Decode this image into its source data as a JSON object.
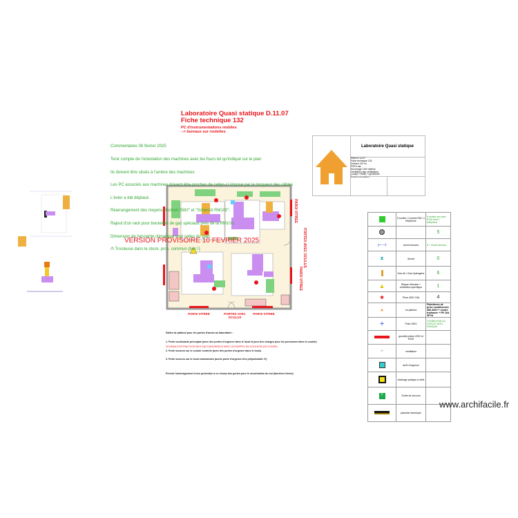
{
  "header": {
    "title_line1": "Laboratoire Quasi statique D.11.07",
    "title_line2": "Fiche technique 132",
    "subtitle_line1": "PC d'instrumentations mobiles",
    "subtitle_line2": "--> bureaux sur roulettes"
  },
  "comments": [
    "Commentaires 06 février 2025",
    "Tenir compte de l'orientation des machines avec les fours tel qu'indiqué sur le plan",
    "Ils doivent être situés à l'arrière des machines",
    "Les PC associés aux machines doivent être proches de celles-ci imposé par la longueur des câbles",
    "L'évier a été déplacé.",
    "Réarrangement des moyens \"Instron 5582\" et \"Schenck RM100\".",
    "Rajout d'un rack pour bouteilles de gaz spéciaux près de la RM100.",
    "Dimension de l'enceinte climatique sont celles du plan.",
    "/!\\ Trocleuse dans le stock. pros. commun (bon !)"
  ],
  "title_block": {
    "name": "Laboratoire Quasi statique",
    "details": [
      "Pièce D.11.07",
      "Fiche technique 132",
      "Surface 122 m²",
      "PSPX ale",
      "Surcharge 1100 daN/m²",
      "Ventilation des ventilations",
      "Locaux +60dB + pys/chimie",
      "Double circulation"
    ],
    "colors": {
      "house": "#f0a030"
    }
  },
  "plan": {
    "version_stamp": "VERSION PROVISOIRE  10 FEVRIER 2025",
    "labels": {
      "right_top": "PAROI VITREE",
      "right_doors": "PORTES AVEC OCULUS",
      "right_bottom": "PAROI VITREE",
      "bottom_left": "PAROI VITREE",
      "bottom_doors": "PORTES AVEC OCULUS",
      "bottom_right": "PAROI VITREE"
    },
    "colors": {
      "machine": "#c98ef0",
      "oven": "#f0b040",
      "desk": "#7fd27f",
      "cabinet": "#f5c6c6",
      "floor": "#fbf3dc",
      "wall": "#999999",
      "accent": "#e8141b"
    }
  },
  "notes": {
    "lines": [
      "Dalles de plafond pour les portes d'accès au laboratoire :",
      "1. Porte coulissante principale (avec des portes d'urgence dans le local et pour des charges pour les personnes dans le couloir)",
      "2. Porte secours sur le couloir contrôle (avec des portes d'urgence dans le local)",
      "3. Porte secours sur le local commandes (accès porte d'urgence très préjudiciable !!!)",
      "",
      "Prévoir l'aménagement d'une protection à ce niveau des portes pour le sécurisation du sol (barrières fixées)"
    ],
    "red_note": "SCHEMA D'EXTRACTION DES GAZ DANGEREUX AVEC UN RAPPEL EN COULEUR (EN COURS)"
  },
  "legend": {
    "rows": [
      {
        "icon": "green-square",
        "desc": "5 sorties / 4 prises RW / 1 téléphone",
        "value": "5 sorties sur prise RJ45 dont 1 téléphone"
      },
      {
        "icon": "grey-circle",
        "desc": "",
        "value": "5"
      },
      {
        "icon": "blue-pipe",
        "desc": "circuit secours",
        "value": "6 + circuit secours"
      },
      {
        "icon": "teal-valve",
        "desc": "Secrét",
        "value": "0"
      },
      {
        "icon": "gas-bottle",
        "desc": "Gaz Air / Gaz Hydrogène",
        "value": "6"
      },
      {
        "icon": "warning-triangle",
        "desc": "Risque d'écrasé + ventilation spécifique",
        "value": "1"
      },
      {
        "icon": "red-outlet",
        "desc": "Prise 400V 16A",
        "value": "4"
      },
      {
        "icon": "yellow-outlet",
        "desc": "en plafond",
        "value": "Plateforme de prise conditionnée 380-400V + neutre triphasée + PE 16A 3P+N"
      },
      {
        "icon": "blue-water",
        "desc": "Prise 230V",
        "value": "CONNEXION sur CIRCUIT ANTI-PANIQUE"
      },
      {
        "icon": "power-strip",
        "desc": "goulotte prises 230V et RJ45",
        "value": ""
      },
      {
        "icon": "ventilation",
        "desc": "ventilation",
        "value": ""
      },
      {
        "icon": "emergency-stop",
        "desc": "arrêt d'urgence",
        "value": ""
      },
      {
        "icon": "light-sensor",
        "desc": "éclairage panique à clefs",
        "value": ""
      },
      {
        "icon": "emergency-exit",
        "desc": "Sortie de secours",
        "value": ""
      },
      {
        "icon": "cable-tray",
        "desc": "plancher technique",
        "value": ""
      }
    ]
  },
  "watermark": "www.archifacile.fr"
}
